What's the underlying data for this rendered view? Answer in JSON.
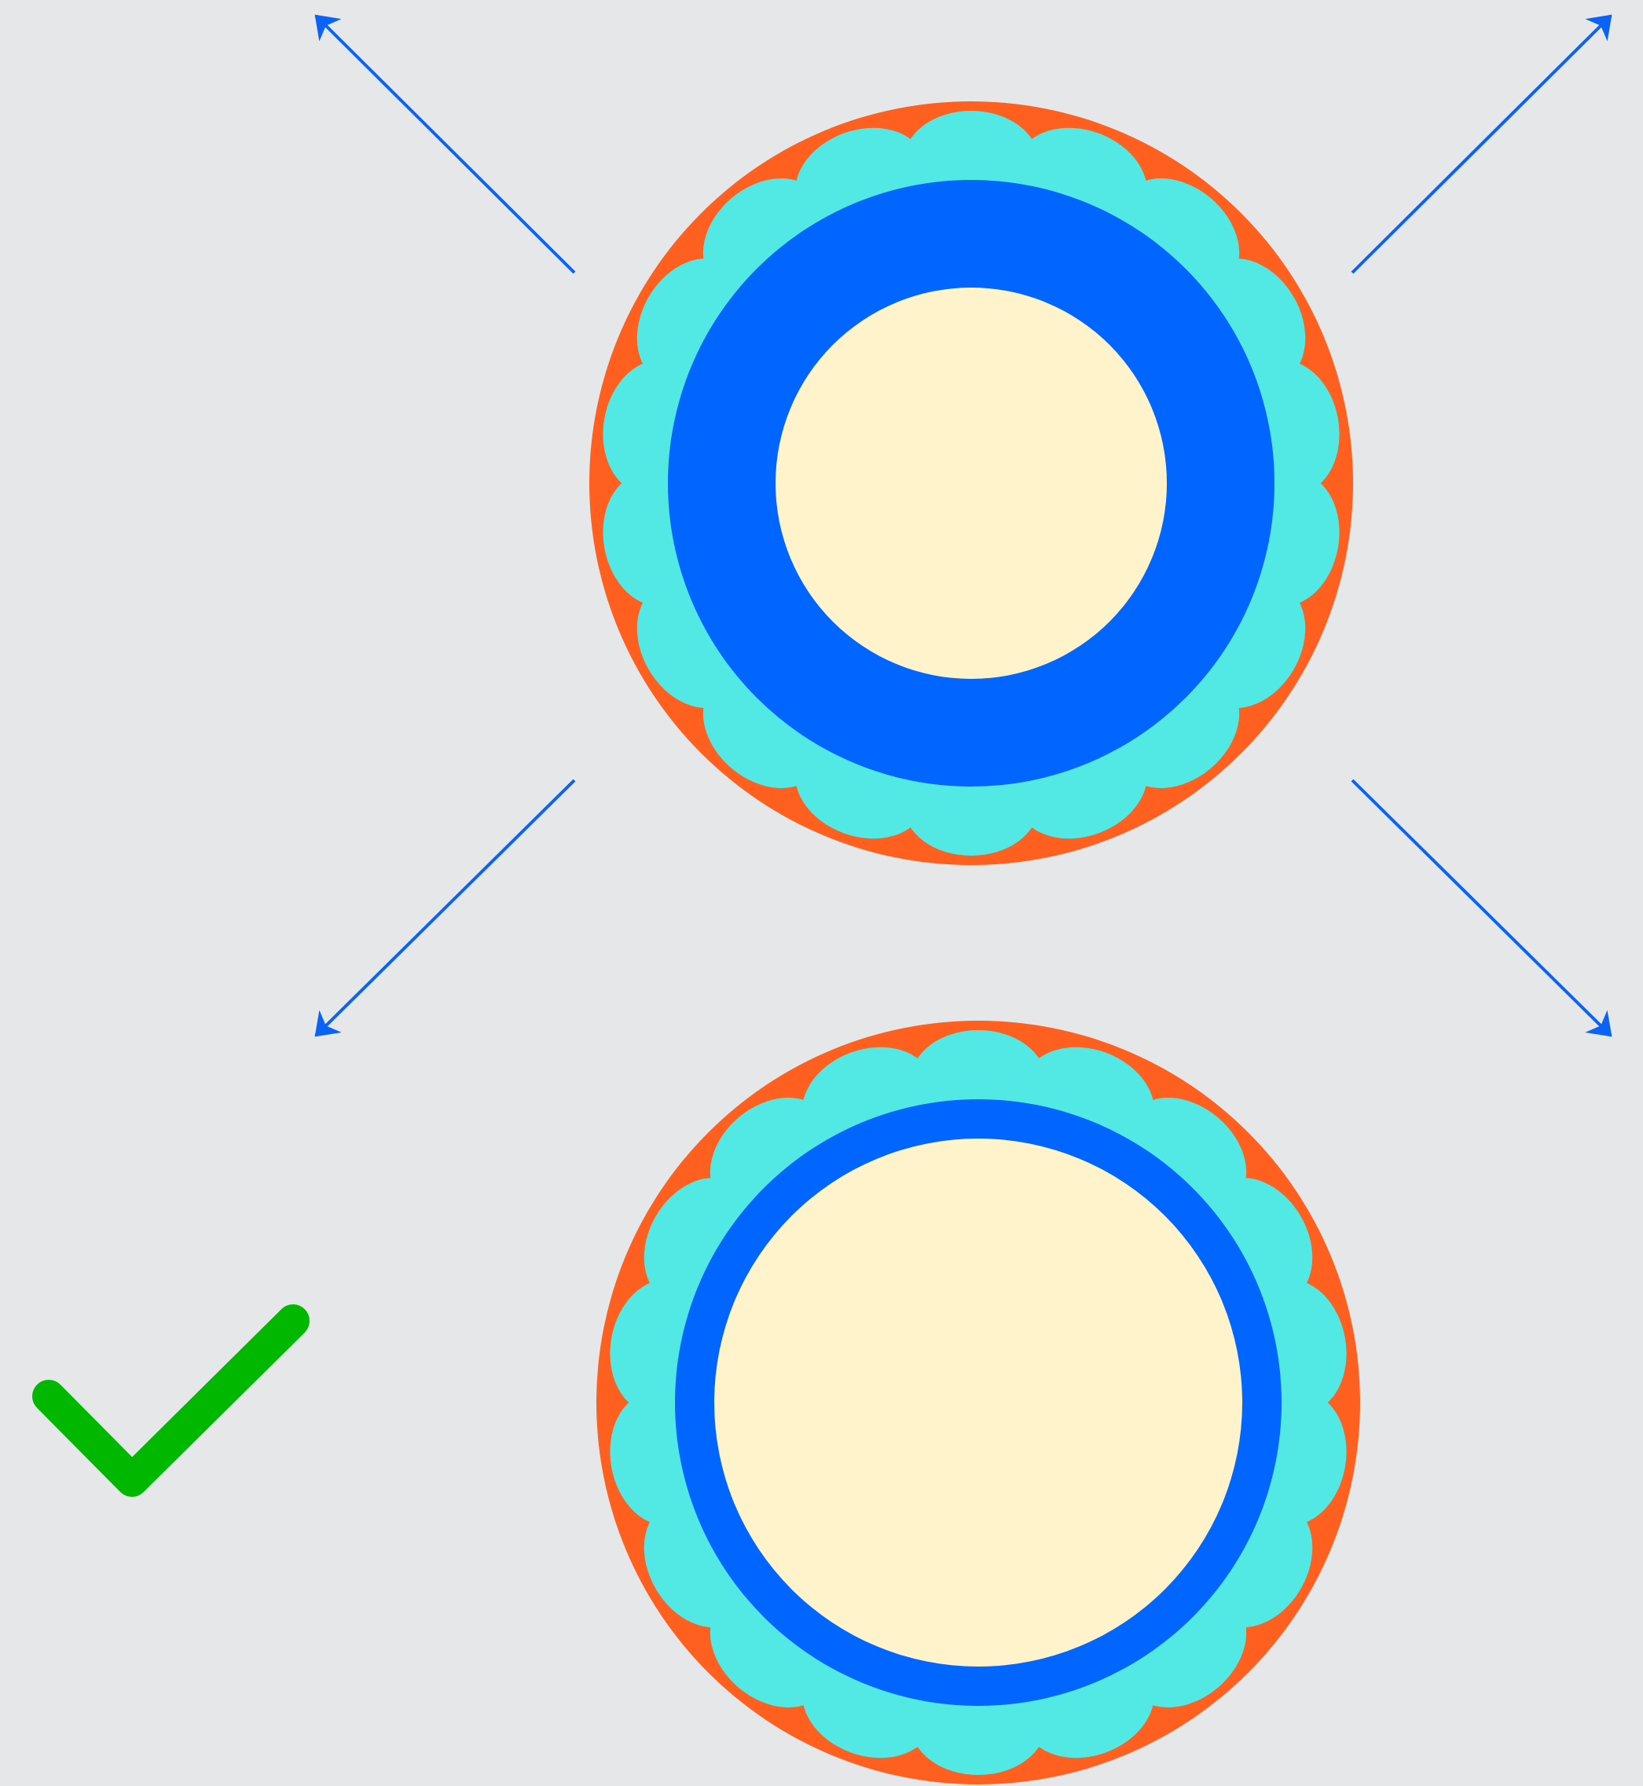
{
  "colors": {
    "background": "#e6e7e9",
    "scallop_outer": "#ff5f1f",
    "scallop_inner": "#52e8e4",
    "ring": "#0066ff",
    "center": "#fff3cc",
    "arrow": "#0a63f5",
    "checkmark": "#00b800"
  },
  "figure": {
    "before_label": "",
    "after_label": "",
    "arrows": [
      {
        "name": "arrow-up-left",
        "direction": "up-left"
      },
      {
        "name": "arrow-up-right",
        "direction": "up-right"
      },
      {
        "name": "arrow-down-left",
        "direction": "down-left"
      },
      {
        "name": "arrow-down-right",
        "direction": "down-right"
      }
    ],
    "scallop_count": 18,
    "before_center_scale": 0.52,
    "after_center_scale": 0.7,
    "check_icon": "checkmark-icon"
  }
}
